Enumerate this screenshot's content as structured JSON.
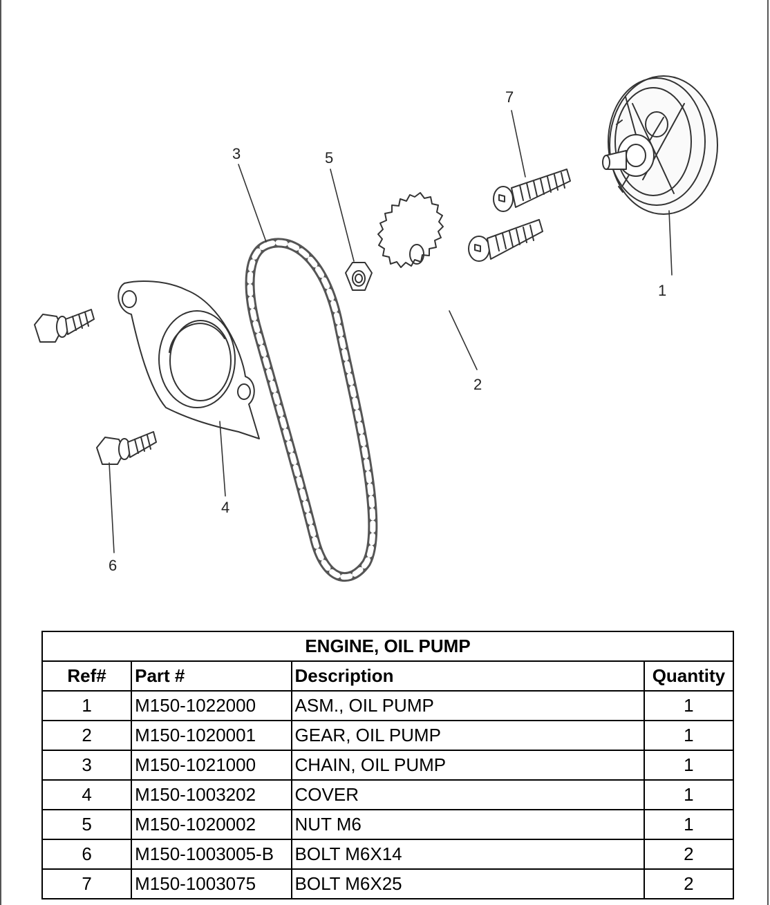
{
  "diagram": {
    "callouts": [
      "1",
      "2",
      "3",
      "4",
      "5",
      "6",
      "7"
    ]
  },
  "table": {
    "title": "ENGINE, OIL PUMP",
    "headers": [
      "Ref#",
      "Part #",
      "Description",
      "Quantity"
    ],
    "rows": [
      {
        "ref": "1",
        "part": "M150-1022000",
        "description": "ASM., OIL PUMP",
        "quantity": "1"
      },
      {
        "ref": "2",
        "part": "M150-1020001",
        "description": "GEAR, OIL PUMP",
        "quantity": "1"
      },
      {
        "ref": "3",
        "part": "M150-1021000",
        "description": "CHAIN, OIL PUMP",
        "quantity": "1"
      },
      {
        "ref": "4",
        "part": "M150-1003202",
        "description": "COVER",
        "quantity": "1"
      },
      {
        "ref": "5",
        "part": "M150-1020002",
        "description": "NUT M6",
        "quantity": "1"
      },
      {
        "ref": "6",
        "part": "M150-1003005-B",
        "description": "BOLT M6X14",
        "quantity": "2"
      },
      {
        "ref": "7",
        "part": "M150-1003075",
        "description": "BOLT M6X25",
        "quantity": "2"
      }
    ]
  }
}
